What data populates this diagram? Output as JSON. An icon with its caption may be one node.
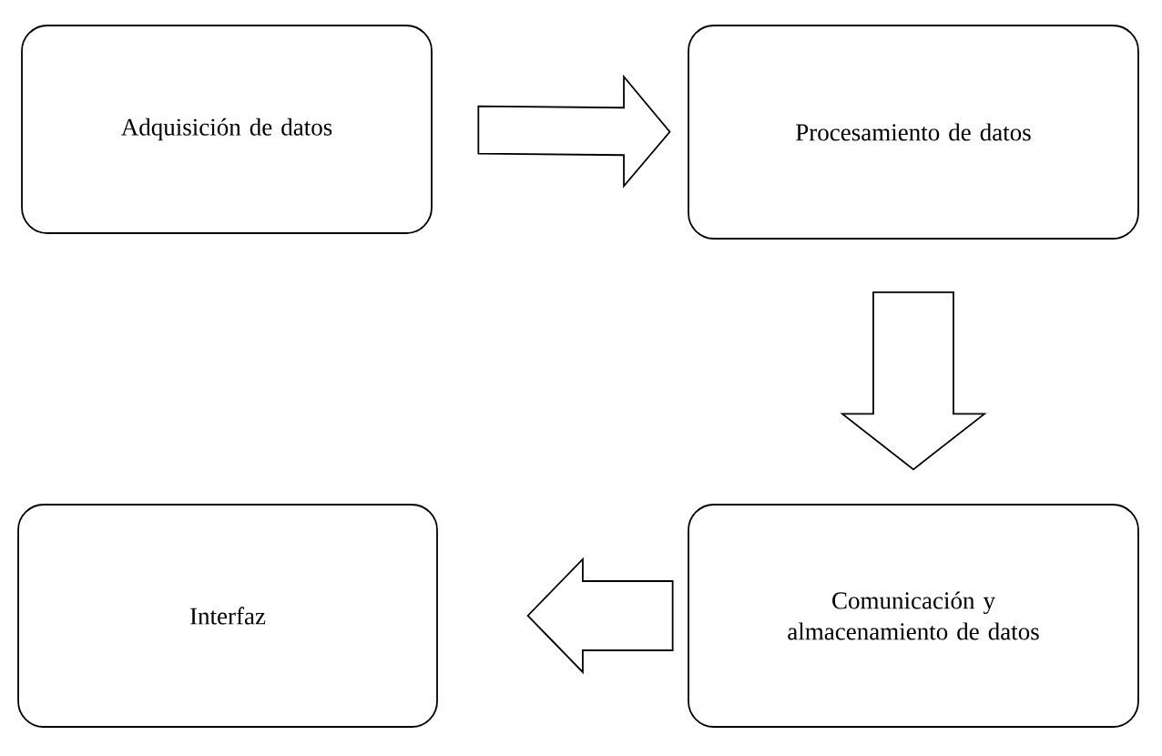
{
  "diagram": {
    "nodes": [
      {
        "text": [
          "Adquisición de datos"
        ]
      },
      {
        "text": [
          "Procesamiento de datos"
        ]
      },
      {
        "text": [
          "Interfaz"
        ]
      },
      {
        "text": [
          "Comunicación y almacenamiento de datos"
        ]
      }
    ],
    "edges": [
      {
        "from": 0,
        "to": 1,
        "arrow": "to"
      },
      {
        "from": 1,
        "to": 3,
        "arrow": "to"
      },
      {
        "from": 3,
        "to": 2,
        "arrow": "to"
      }
    ]
  }
}
